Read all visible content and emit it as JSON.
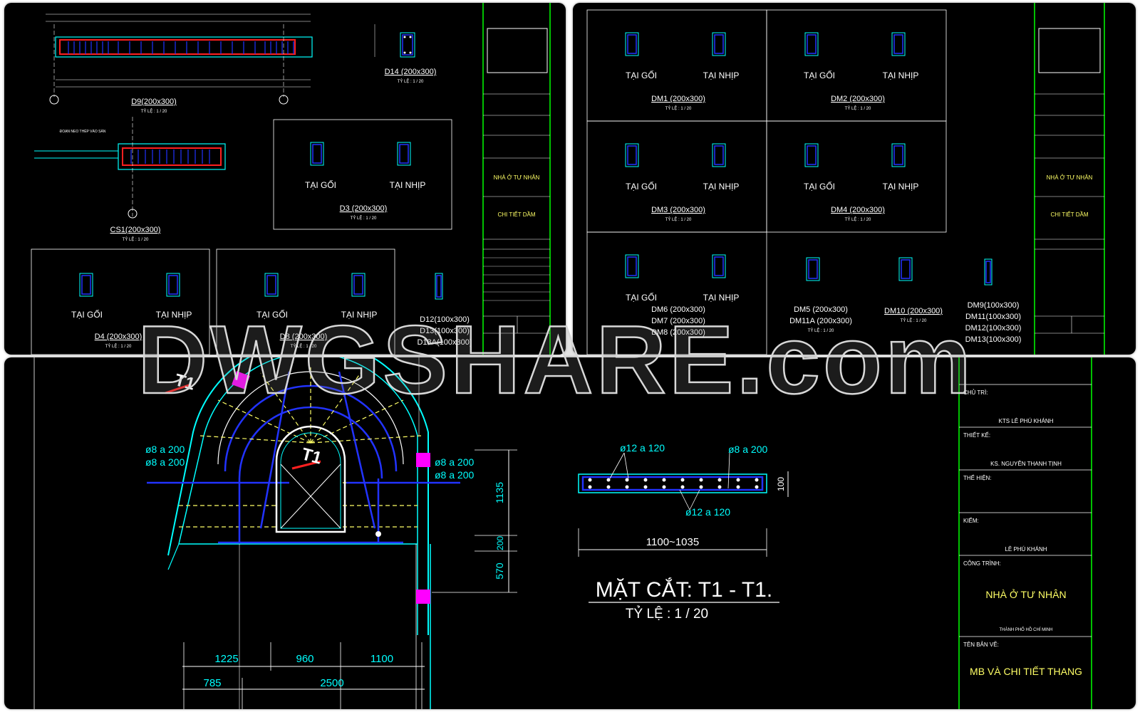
{
  "watermark": "DWGSHARE.com",
  "top_left": {
    "d9": {
      "title": "D9(200x300)",
      "scale": "TỶ LỆ : 1 / 20"
    },
    "d14": {
      "title": "D14 (200x300)",
      "scale": "TỶ LỆ : 1 / 20"
    },
    "cs1": {
      "title": "CS1(200x300)",
      "scale": "TỶ LỆ : 1 / 20",
      "note": "ĐOẠN NEO THÉP VÀO SÀN"
    },
    "d3": {
      "title": "D3 (200x300)",
      "scale": "TỶ LỆ : 1 / 20",
      "support": "TẠI GỐI",
      "span": "TẠI NHỊP"
    },
    "d4": {
      "title": "D4 (200x300)",
      "scale": "TỶ LỆ : 1 / 20",
      "support": "TẠI GỐI",
      "span": "TẠI NHỊP"
    },
    "d8": {
      "title": "D8 (200x300)",
      "scale": "TỶ LỆ : 1 / 20",
      "support": "TẠI GỐI",
      "span": "TẠI NHỊP"
    },
    "d12": {
      "titles": [
        "D12(100x300)",
        "D13(100x300)",
        "D13A(100x300)"
      ]
    },
    "title_block": {
      "project": "NHÀ Ở TƯ NHÂN",
      "sheet": "CHI TIẾT DẦM"
    }
  },
  "top_right": {
    "dm1": {
      "title": "DM1 (200x300)",
      "scale": "TỶ LỆ : 1 / 20",
      "support": "TẠI GỐI",
      "span": "TẠI NHỊP"
    },
    "dm2": {
      "title": "DM2 (200x300)",
      "scale": "TỶ LỆ : 1 / 20",
      "support": "TẠI GỐI",
      "span": "TẠI NHỊP"
    },
    "dm3": {
      "title": "DM3 (200x300)",
      "scale": "TỶ LỆ : 1 / 20",
      "support": "TẠI GỐI",
      "span": "TẠI NHỊP"
    },
    "dm4": {
      "title": "DM4 (200x300)",
      "scale": "TỶ LỆ : 1 / 20",
      "support": "TẠI GỐI",
      "span": "TẠI NHỊP"
    },
    "dm6": {
      "titles": [
        "DM6 (200x300)",
        "DM7 (200x300)",
        "DM8 (200x300)"
      ],
      "support": "TẠI GỐI",
      "span": "TẠI NHỊP"
    },
    "dm5": {
      "titles": [
        "DM5 (200x300)",
        "DM11A (200x300)"
      ],
      "scale": "TỶ LỆ : 1 / 20"
    },
    "dm10": {
      "title": "DM10 (200x300)",
      "scale": "TỶ LỆ : 1 / 20"
    },
    "dm9": {
      "titles": [
        "DM9(100x300)",
        "DM11(100x300)",
        "DM12(100x300)",
        "DM13(100x300)"
      ]
    },
    "title_block": {
      "project": "NHÀ Ở TƯ NHÂN",
      "sheet": "CHI TIẾT DẦM"
    }
  },
  "bottom": {
    "cut_mark": "T1",
    "rebar_left": [
      "ø8 a 200",
      "ø8 a 200"
    ],
    "rebar_right": [
      "ø8 a 200",
      "ø8 a 200"
    ],
    "dims_vertical": [
      "1135",
      "200",
      "570"
    ],
    "dims_bottom_row1": [
      "1225",
      "960",
      "1100"
    ],
    "dims_bottom_row2": [
      "785",
      "2500"
    ],
    "section": {
      "top_bar": "ø12 a 120",
      "stirrup": "ø8 a 200",
      "bottom_bar": "ø12 a 120",
      "thickness": "100",
      "length": "1100~1035",
      "title": "MẶT CẮT: T1 - T1.",
      "scale": "TỶ LỆ : 1 / 20"
    },
    "title_block": {
      "chief_label": "CHỦ TRÌ:",
      "chief_name": "KTS LÊ PHÚ KHÁNH",
      "design_label": "THIẾT KẾ:",
      "design_name": "KS. NGUYỄN THANH TỊNH",
      "draw_label": "THỂ HIỆN:",
      "check_label": "KIỂM:",
      "check_name": "LÊ PHÚ KHÁNH",
      "project_label": "CÔNG TRÌNH:",
      "project": "NHÀ Ở TƯ NHÂN",
      "location": "THÀNH PHỐ HỒ CHÍ MINH",
      "sheet_label": "TÊN BẢN VẼ:",
      "sheet": "MB VÀ CHI TIẾT THANG"
    }
  },
  "colors": {
    "background": "#000000",
    "cyan": "#00ffff",
    "blue": "#2233ff",
    "red": "#ff2020",
    "magenta": "#ff00ff",
    "yellow": "#ffff66",
    "green": "#00ff00"
  }
}
